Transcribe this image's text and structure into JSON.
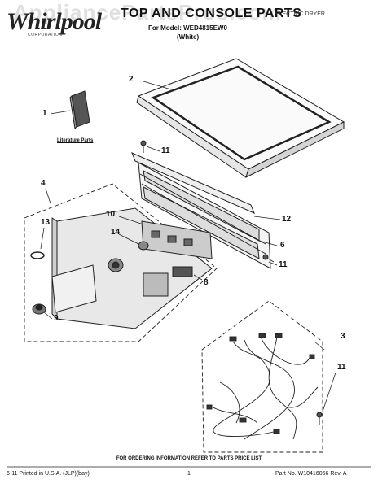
{
  "header": {
    "brand": "Whirlpool",
    "brand_sub": "CORPORATION",
    "title": "TOP AND CONSOLE PARTS",
    "model": "For Model: WED4815EW0",
    "color": "(White)",
    "appliance": "ELECTRIC DRYER",
    "watermark": "AppliancePartsPros.com"
  },
  "callouts": {
    "n1": "1",
    "n2": "2",
    "n3": "3",
    "n4": "4",
    "n6": "6",
    "n8": "8",
    "n9": "9",
    "n10": "10",
    "n11a": "11",
    "n11b": "11",
    "n11c": "11",
    "n12": "12",
    "n13": "13",
    "n14": "14"
  },
  "literature_label": "Literature Parts",
  "footer": {
    "ordering": "FOR ORDERING INFORMATION REFER TO PARTS PRICE LIST",
    "printed": "6-11 Printed in U.S.A. (JLP)(bay)",
    "page": "1",
    "part_no": "Part No. W10416056 Rev. A"
  }
}
